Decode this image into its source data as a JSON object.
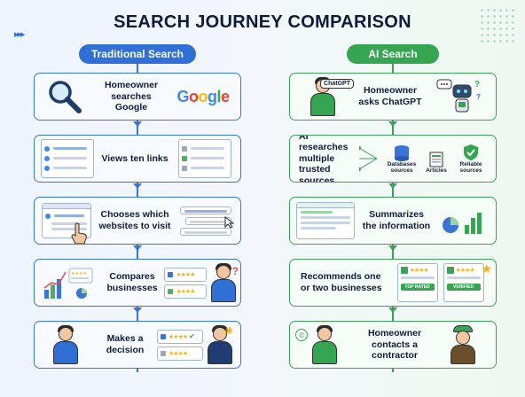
{
  "title": "SEARCH JOURNEY COMPARISON",
  "colors": {
    "blue": "#2f6fd6",
    "green": "#35a552",
    "navy": "#0f1b3a"
  },
  "left": {
    "header": "Traditional Search",
    "steps": [
      {
        "text": "Homeowner searches Google",
        "icon": "magnifier-icon"
      },
      {
        "text": "Views ten links",
        "icon": "search-results-icon"
      },
      {
        "text": "Chooses which websites to visit",
        "icon": "cursor-click-icon"
      },
      {
        "text": "Compares businesses",
        "icon": "comparison-chart-icon"
      },
      {
        "text": "Makes a decision",
        "icon": "decision-person-icon"
      }
    ],
    "google_logo": "Google"
  },
  "right": {
    "header": "AI Search",
    "steps": [
      {
        "text": "Homeowner asks ChatGPT",
        "icon": "person-icon"
      },
      {
        "text": "AI researches multiple trusted sources",
        "icon": "network-icon"
      },
      {
        "text": "Summarizes the information",
        "icon": "summary-doc-icon"
      },
      {
        "text": "Recommends one or two businesses",
        "icon": "recommendation-icon"
      },
      {
        "text": "Homeowner contacts a contractor",
        "icon": "phone-call-icon"
      }
    ],
    "chatgpt_bubble": "ChatGPT",
    "sources": [
      "Databases sources",
      "Articles",
      "Reliable sources"
    ],
    "badges": [
      "TOP RATED",
      "VERIFIED"
    ]
  }
}
